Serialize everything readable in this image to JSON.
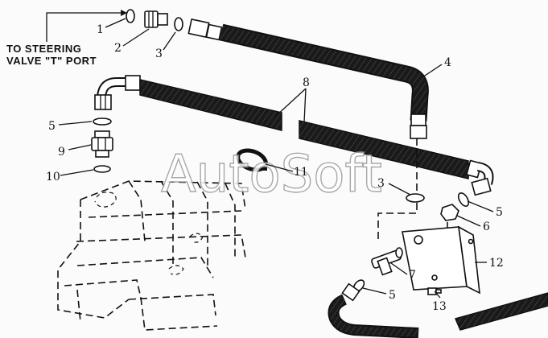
{
  "note": {
    "line1": "TO STEERING",
    "line2": "VALVE \"T\" PORT"
  },
  "watermark": "AutoSoft",
  "callouts": [
    "1",
    "2",
    "3",
    "4",
    "8",
    "5",
    "9",
    "10",
    "11",
    "3",
    "5",
    "6",
    "7",
    "12",
    "5",
    "13"
  ]
}
